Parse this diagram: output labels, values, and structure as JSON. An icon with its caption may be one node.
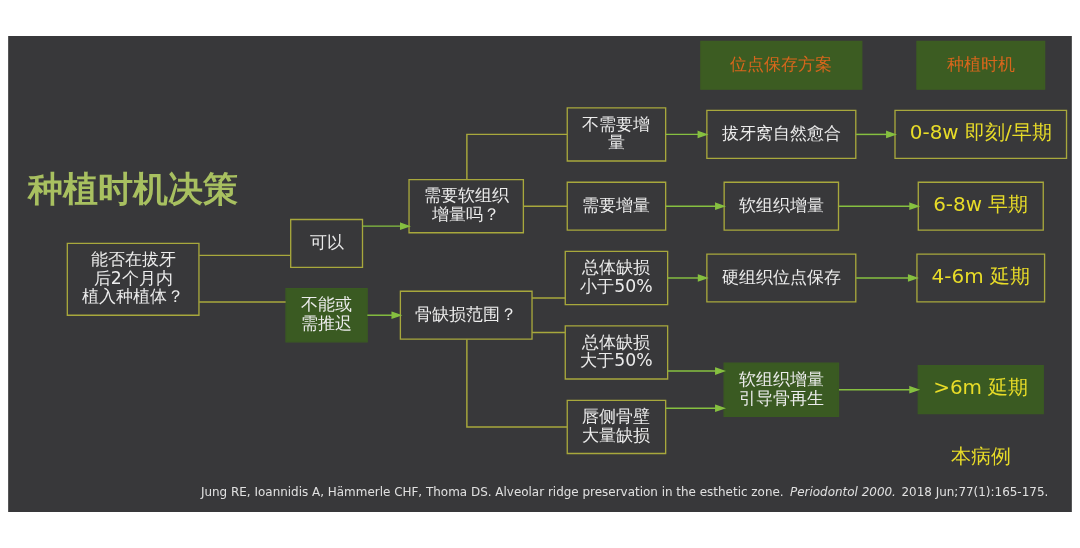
{
  "diagram": {
    "title": "种植时机决策",
    "caption": "Jung RE, Ioannidis A, Hämmerle CHF, Thoma DS. Alveolar ridge preservation in the esthetic zone. *Periodontol 2000.* 2018 Jun;77(1):165-175.",
    "nodes": [
      {
        "text": [
          "能否在拔牙后2个月内植入种植体？"
        ]
      },
      {
        "text": [
          "可以"
        ]
      },
      {
        "text": [
          "需要软组织增量吗？"
        ]
      },
      {
        "text": [
          "不需要增量"
        ]
      },
      {
        "text": [
          "需要增量"
        ]
      },
      {
        "text": [
          "拔牙窝自然愈合"
        ]
      },
      {
        "text": [
          "0-8w 即刻/早期"
        ]
      },
      {
        "text": [
          "软组织增量"
        ]
      },
      {
        "text": [
          "6-8w 早期"
        ]
      },
      {
        "text": [
          "不能或需推迟"
        ]
      },
      {
        "text": [
          "骨缺损范围？"
        ]
      },
      {
        "text": [
          "总体缺损小于50%"
        ]
      },
      {
        "text": [
          "总体缺损大于50%"
        ]
      },
      {
        "text": [
          "唇侧骨壁大量缺损"
        ]
      },
      {
        "text": [
          "硬组织位点保存"
        ]
      },
      {
        "text": [
          "4-6m 延期"
        ]
      },
      {
        "text": [
          "软组织增量引导骨再生"
        ]
      },
      {
        "text": [
          ">6m 延期"
        ]
      },
      {
        "text": [
          "位点保存方案"
        ]
      },
      {
        "text": [
          "种植时机"
        ]
      }
    ],
    "edges": [
      {
        "from": 0,
        "to": 1,
        "arrow": "none",
        "color": "#a8a83c"
      },
      {
        "from": 0,
        "to": 9,
        "arrow": "none",
        "color": "#a8a83c"
      },
      {
        "from": 1,
        "to": 2,
        "arrow": "to"
      },
      {
        "from": 2,
        "to": 3,
        "arrow": "none",
        "color": "#a8a83c"
      },
      {
        "from": 2,
        "to": 4,
        "arrow": "none",
        "color": "#a8a83c"
      },
      {
        "from": 3,
        "to": 5,
        "arrow": "to"
      },
      {
        "from": 4,
        "to": 7,
        "arrow": "to"
      },
      {
        "from": 5,
        "to": 6,
        "arrow": "to"
      },
      {
        "from": 7,
        "to": 8,
        "arrow": "to"
      },
      {
        "from": 9,
        "to": 10,
        "arrow": "to"
      },
      {
        "from": 10,
        "to": 11,
        "arrow": "none",
        "color": "#a8a83c"
      },
      {
        "from": 10,
        "to": 12,
        "arrow": "none",
        "color": "#a8a83c"
      },
      {
        "from": 10,
        "to": 13,
        "arrow": "none",
        "color": "#a8a83c"
      },
      {
        "from": 11,
        "to": 14,
        "arrow": "to"
      },
      {
        "from": 12,
        "to": 16,
        "arrow": "to"
      },
      {
        "from": 13,
        "to": 16,
        "arrow": "to"
      },
      {
        "from": 14,
        "to": 15,
        "arrow": "to"
      },
      {
        "from": 16,
        "to": 17,
        "arrow": "to"
      }
    ],
    "labels": [
      "本病例"
    ]
  }
}
